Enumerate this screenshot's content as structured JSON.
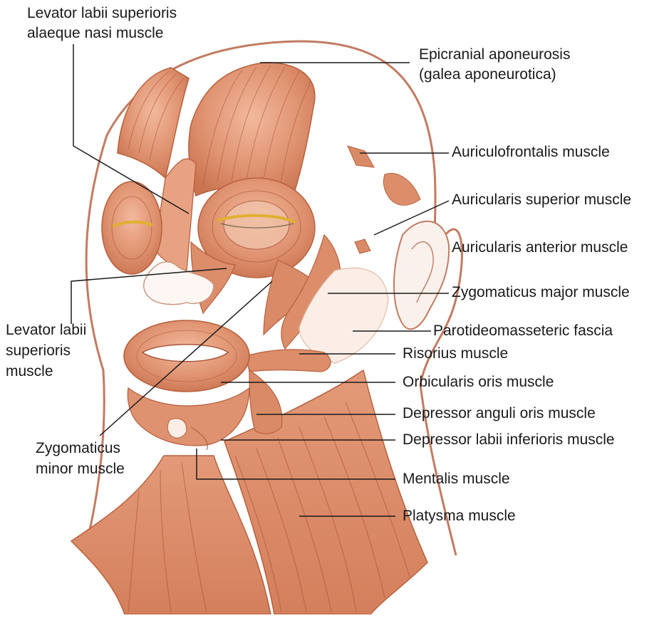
{
  "figure": {
    "colors": {
      "muscle": "#d98a66",
      "muscle_light": "#efb59a",
      "muscle_dark": "#b85f3f",
      "fiber": "#a9543a",
      "outline": "#c27b62",
      "lash": "#e0b030",
      "leader": "#1a1a1a"
    }
  },
  "labels": {
    "levator_labii_sup_alaeque": [
      "Levator labii superioris",
      "alaeque nasi muscle"
    ],
    "epicranial": [
      "Epicranial aponeurosis",
      "(galea aponeurotica)"
    ],
    "auriculofrontalis": "Auriculofrontalis muscle",
    "auricularis_superior": "Auricularis superior muscle",
    "auricularis_anterior": "Auricularis anterior muscle",
    "zygomaticus_major": "Zygomaticus major muscle",
    "parotideomasseteric": "Parotideomasseteric fascia",
    "risorius": "Risorius muscle",
    "orbicularis_oris": "Orbicularis oris muscle",
    "depressor_anguli": "Depressor anguli oris muscle",
    "depressor_labii": "Depressor labii inferioris muscle",
    "mentalis": "Mentalis muscle",
    "platysma": "Platysma muscle",
    "levator_labii_sup": [
      "Levator labii",
      "superioris",
      "muscle"
    ],
    "zygomaticus_minor": [
      "Zygomaticus",
      "minor muscle"
    ]
  }
}
